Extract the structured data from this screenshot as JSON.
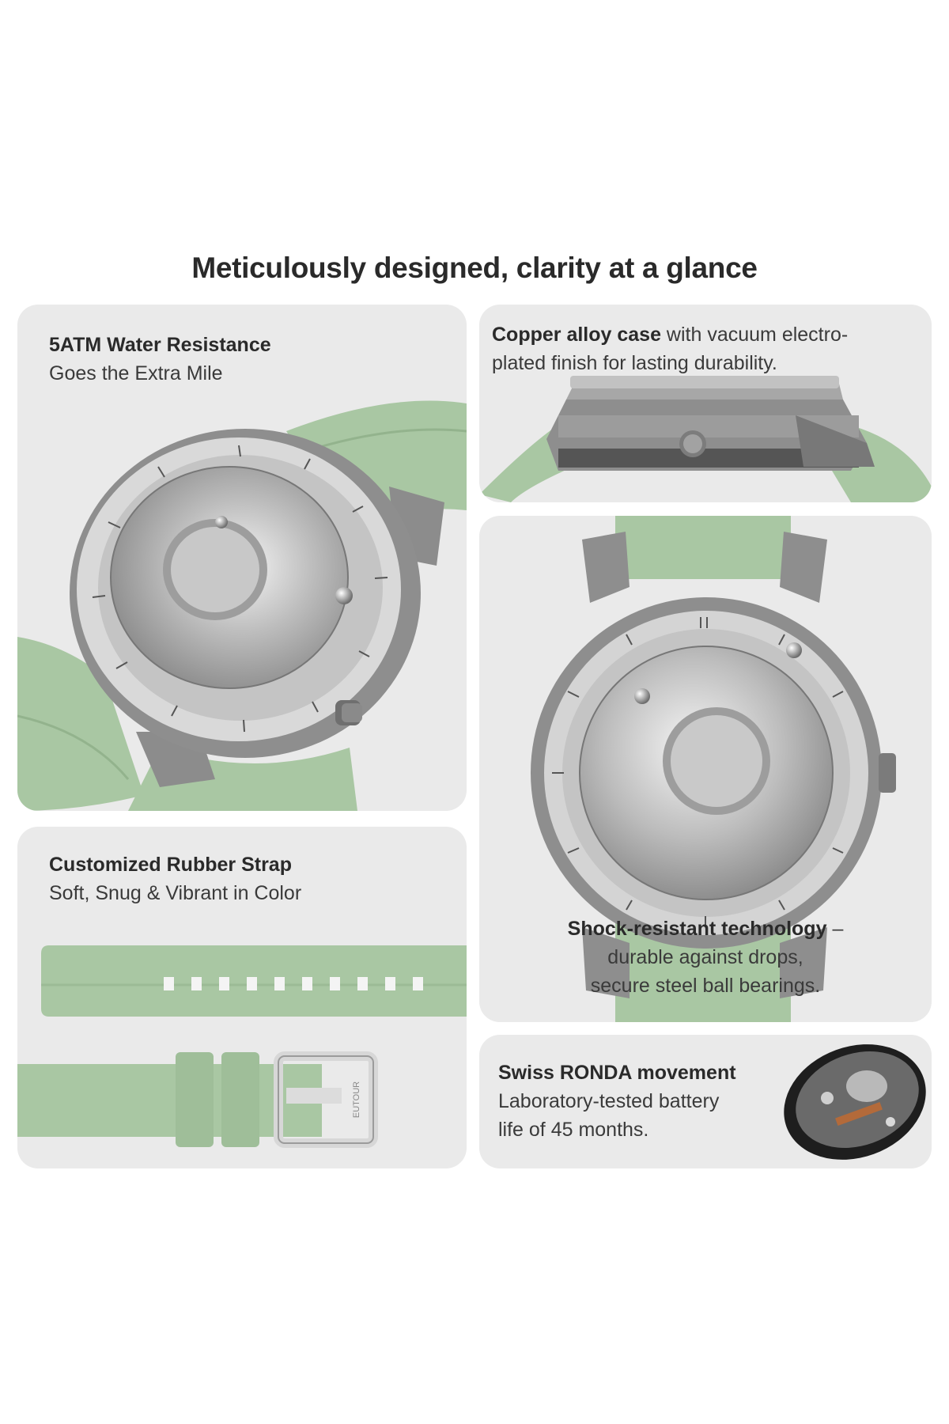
{
  "headline": "Meticulously designed, clarity at a glance",
  "cards": {
    "water": {
      "title": "5ATM Water Resistance",
      "subtitle": "Goes the Extra Mile"
    },
    "case": {
      "bold": "Copper alloy case",
      "rest": " with vacuum electro-",
      "line2": "plated finish for lasting durability."
    },
    "strap": {
      "title": "Customized Rubber Strap",
      "subtitle": "Soft, Snug & Vibrant in Color",
      "buckle_brand": "EUTOUR"
    },
    "shock": {
      "bold": "Shock-resistant technology",
      "dash": " –",
      "line2": "durable against drops,",
      "line3": "secure steel ball bearings."
    },
    "movement": {
      "title": "Swiss RONDA movement",
      "line2": "Laboratory-tested battery",
      "line3": "life of 45 months."
    }
  },
  "colors": {
    "card_bg": "#eaeaea",
    "strap_green": "#a9c7a3",
    "case_gray": "#8e8e8e",
    "dial_silver": "#c9c9c9"
  }
}
